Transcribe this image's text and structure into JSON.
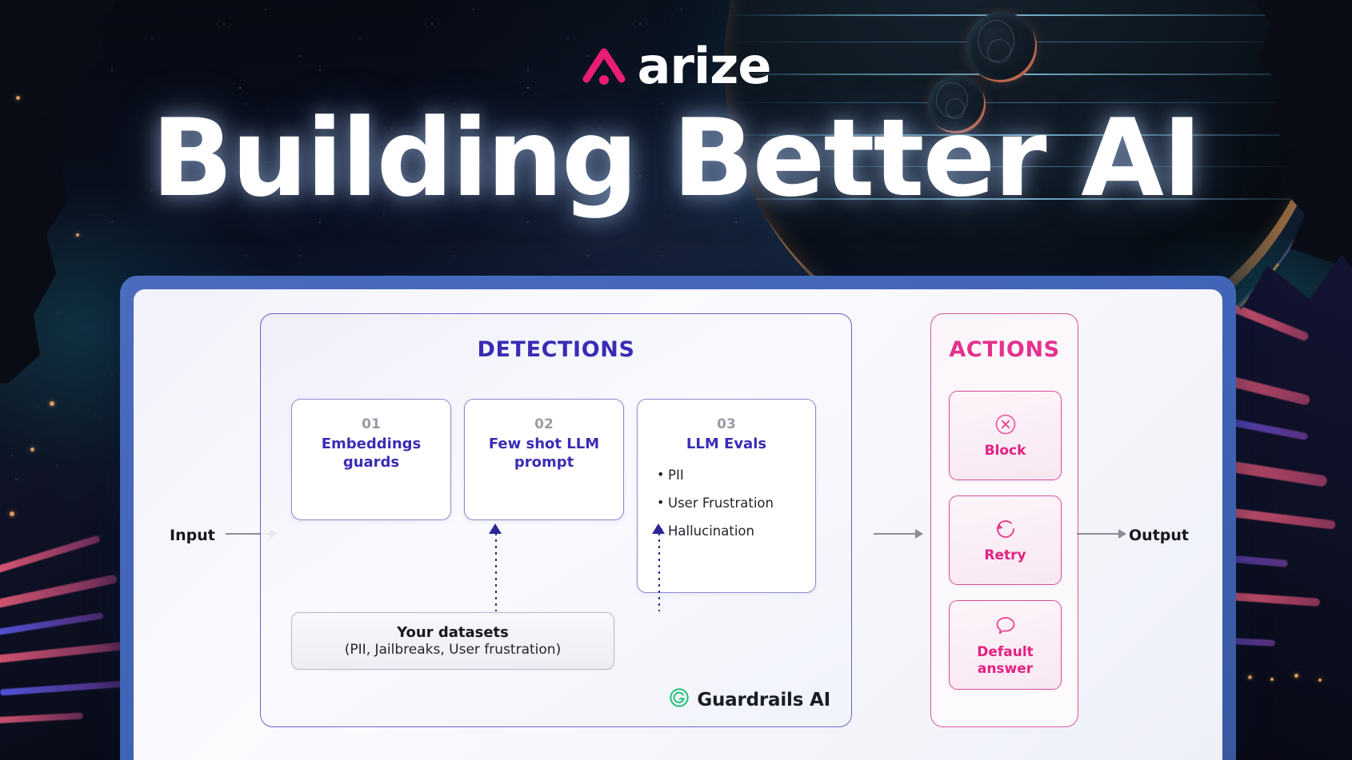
{
  "brand": {
    "logo_icon": "arize-chevron-logo",
    "logo_word": "arize"
  },
  "title": "Building Better AI",
  "diagram": {
    "input_label": "Input",
    "output_label": "Output",
    "detections": {
      "heading": "DETECTIONS",
      "cards": [
        {
          "number": "01",
          "name": "Embeddings guards"
        },
        {
          "number": "02",
          "name": "Few shot LLM prompt"
        },
        {
          "number": "03",
          "name": "LLM Evals",
          "bullets": [
            "PII",
            "User Frustration",
            "Hallucination"
          ]
        }
      ],
      "datasets": {
        "title": "Your datasets",
        "subtitle": "(PII, Jailbreaks, User frustration)"
      },
      "partner": {
        "icon": "guardrails-g-icon",
        "name": "Guardrails AI",
        "icon_color": "#25c07a"
      }
    },
    "actions": {
      "heading": "ACTIONS",
      "cards": [
        {
          "icon": "circle-x-icon",
          "label": "Block"
        },
        {
          "icon": "refresh-retry-icon",
          "label": "Retry"
        },
        {
          "icon": "speech-bubble-icon",
          "label": "Default answer"
        }
      ]
    }
  },
  "colors": {
    "brand_pink": "#ea1d76",
    "detections_indigo": "#3a2cb4",
    "actions_pink": "#e5318d",
    "panel_blue_border": "#4a6cbd",
    "guardrails_green": "#25c07a",
    "arrow_gray": "#8a8d96"
  }
}
